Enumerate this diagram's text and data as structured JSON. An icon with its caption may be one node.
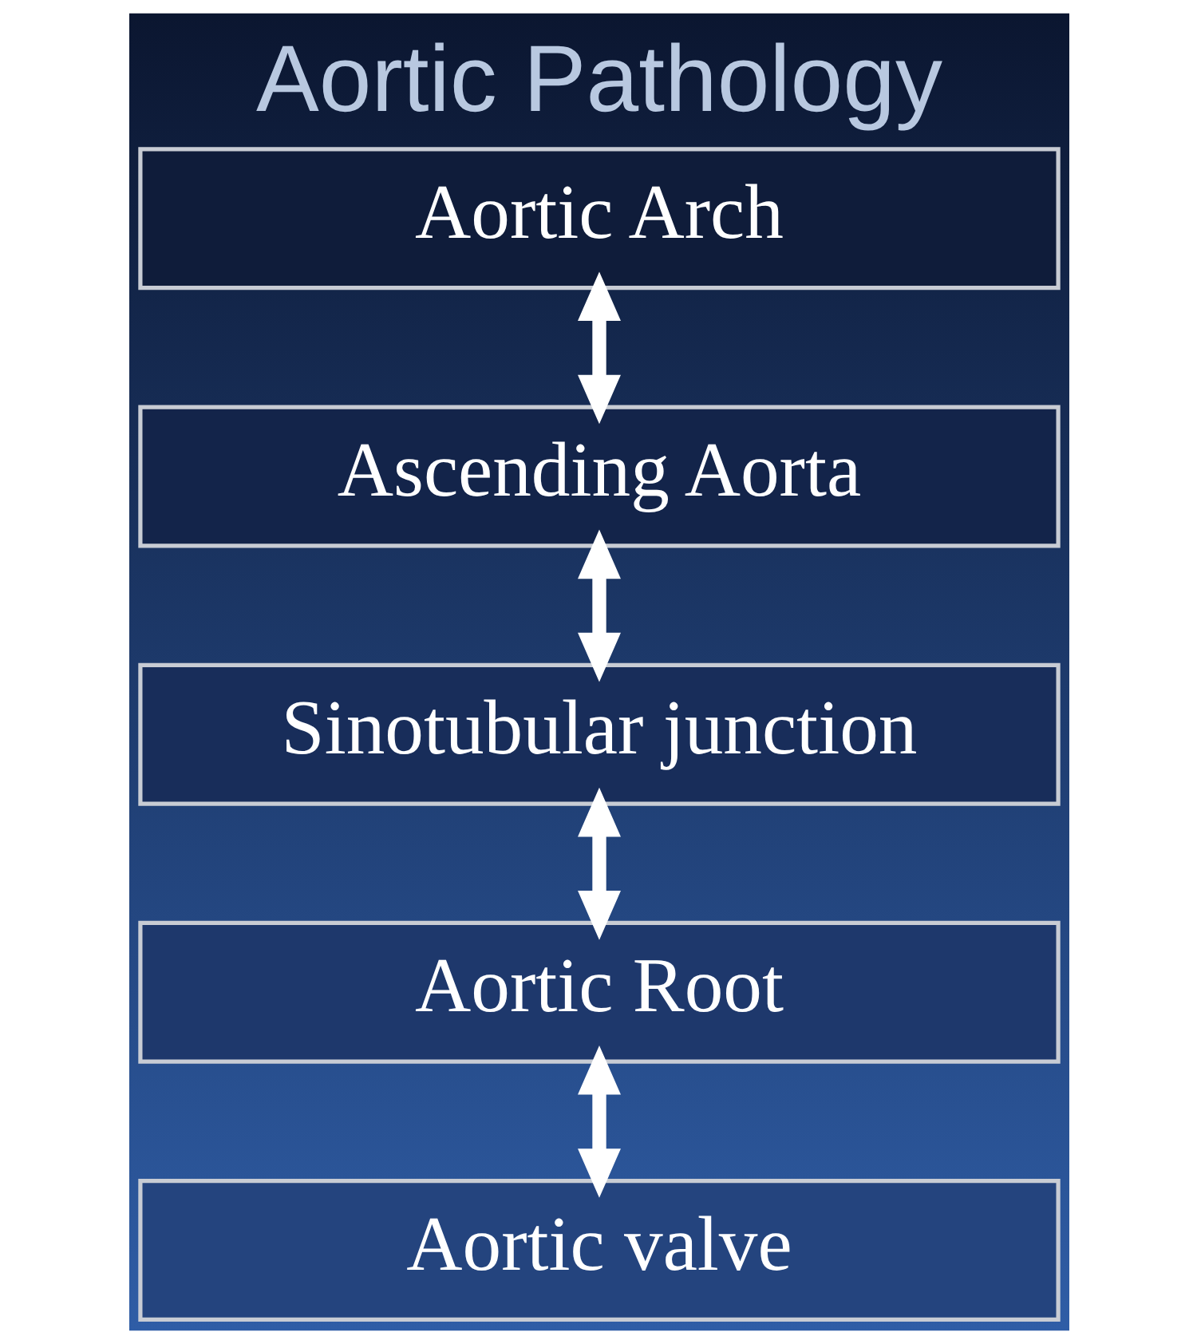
{
  "diagram": {
    "title": "Aortic Pathology",
    "nodes": [
      {
        "text": [
          "Aortic Arch"
        ]
      },
      {
        "text": [
          "Ascending Aorta"
        ]
      },
      {
        "text": [
          "Sinotubular junction"
        ]
      },
      {
        "text": [
          "Aortic Root"
        ]
      },
      {
        "text": [
          "Aortic valve"
        ]
      }
    ],
    "edges": [
      {
        "from": 0,
        "to": 1,
        "arrow": "both"
      },
      {
        "from": 1,
        "to": 2,
        "arrow": "both"
      },
      {
        "from": 2,
        "to": 3,
        "arrow": "both"
      },
      {
        "from": 3,
        "to": 4,
        "arrow": "both"
      }
    ]
  }
}
